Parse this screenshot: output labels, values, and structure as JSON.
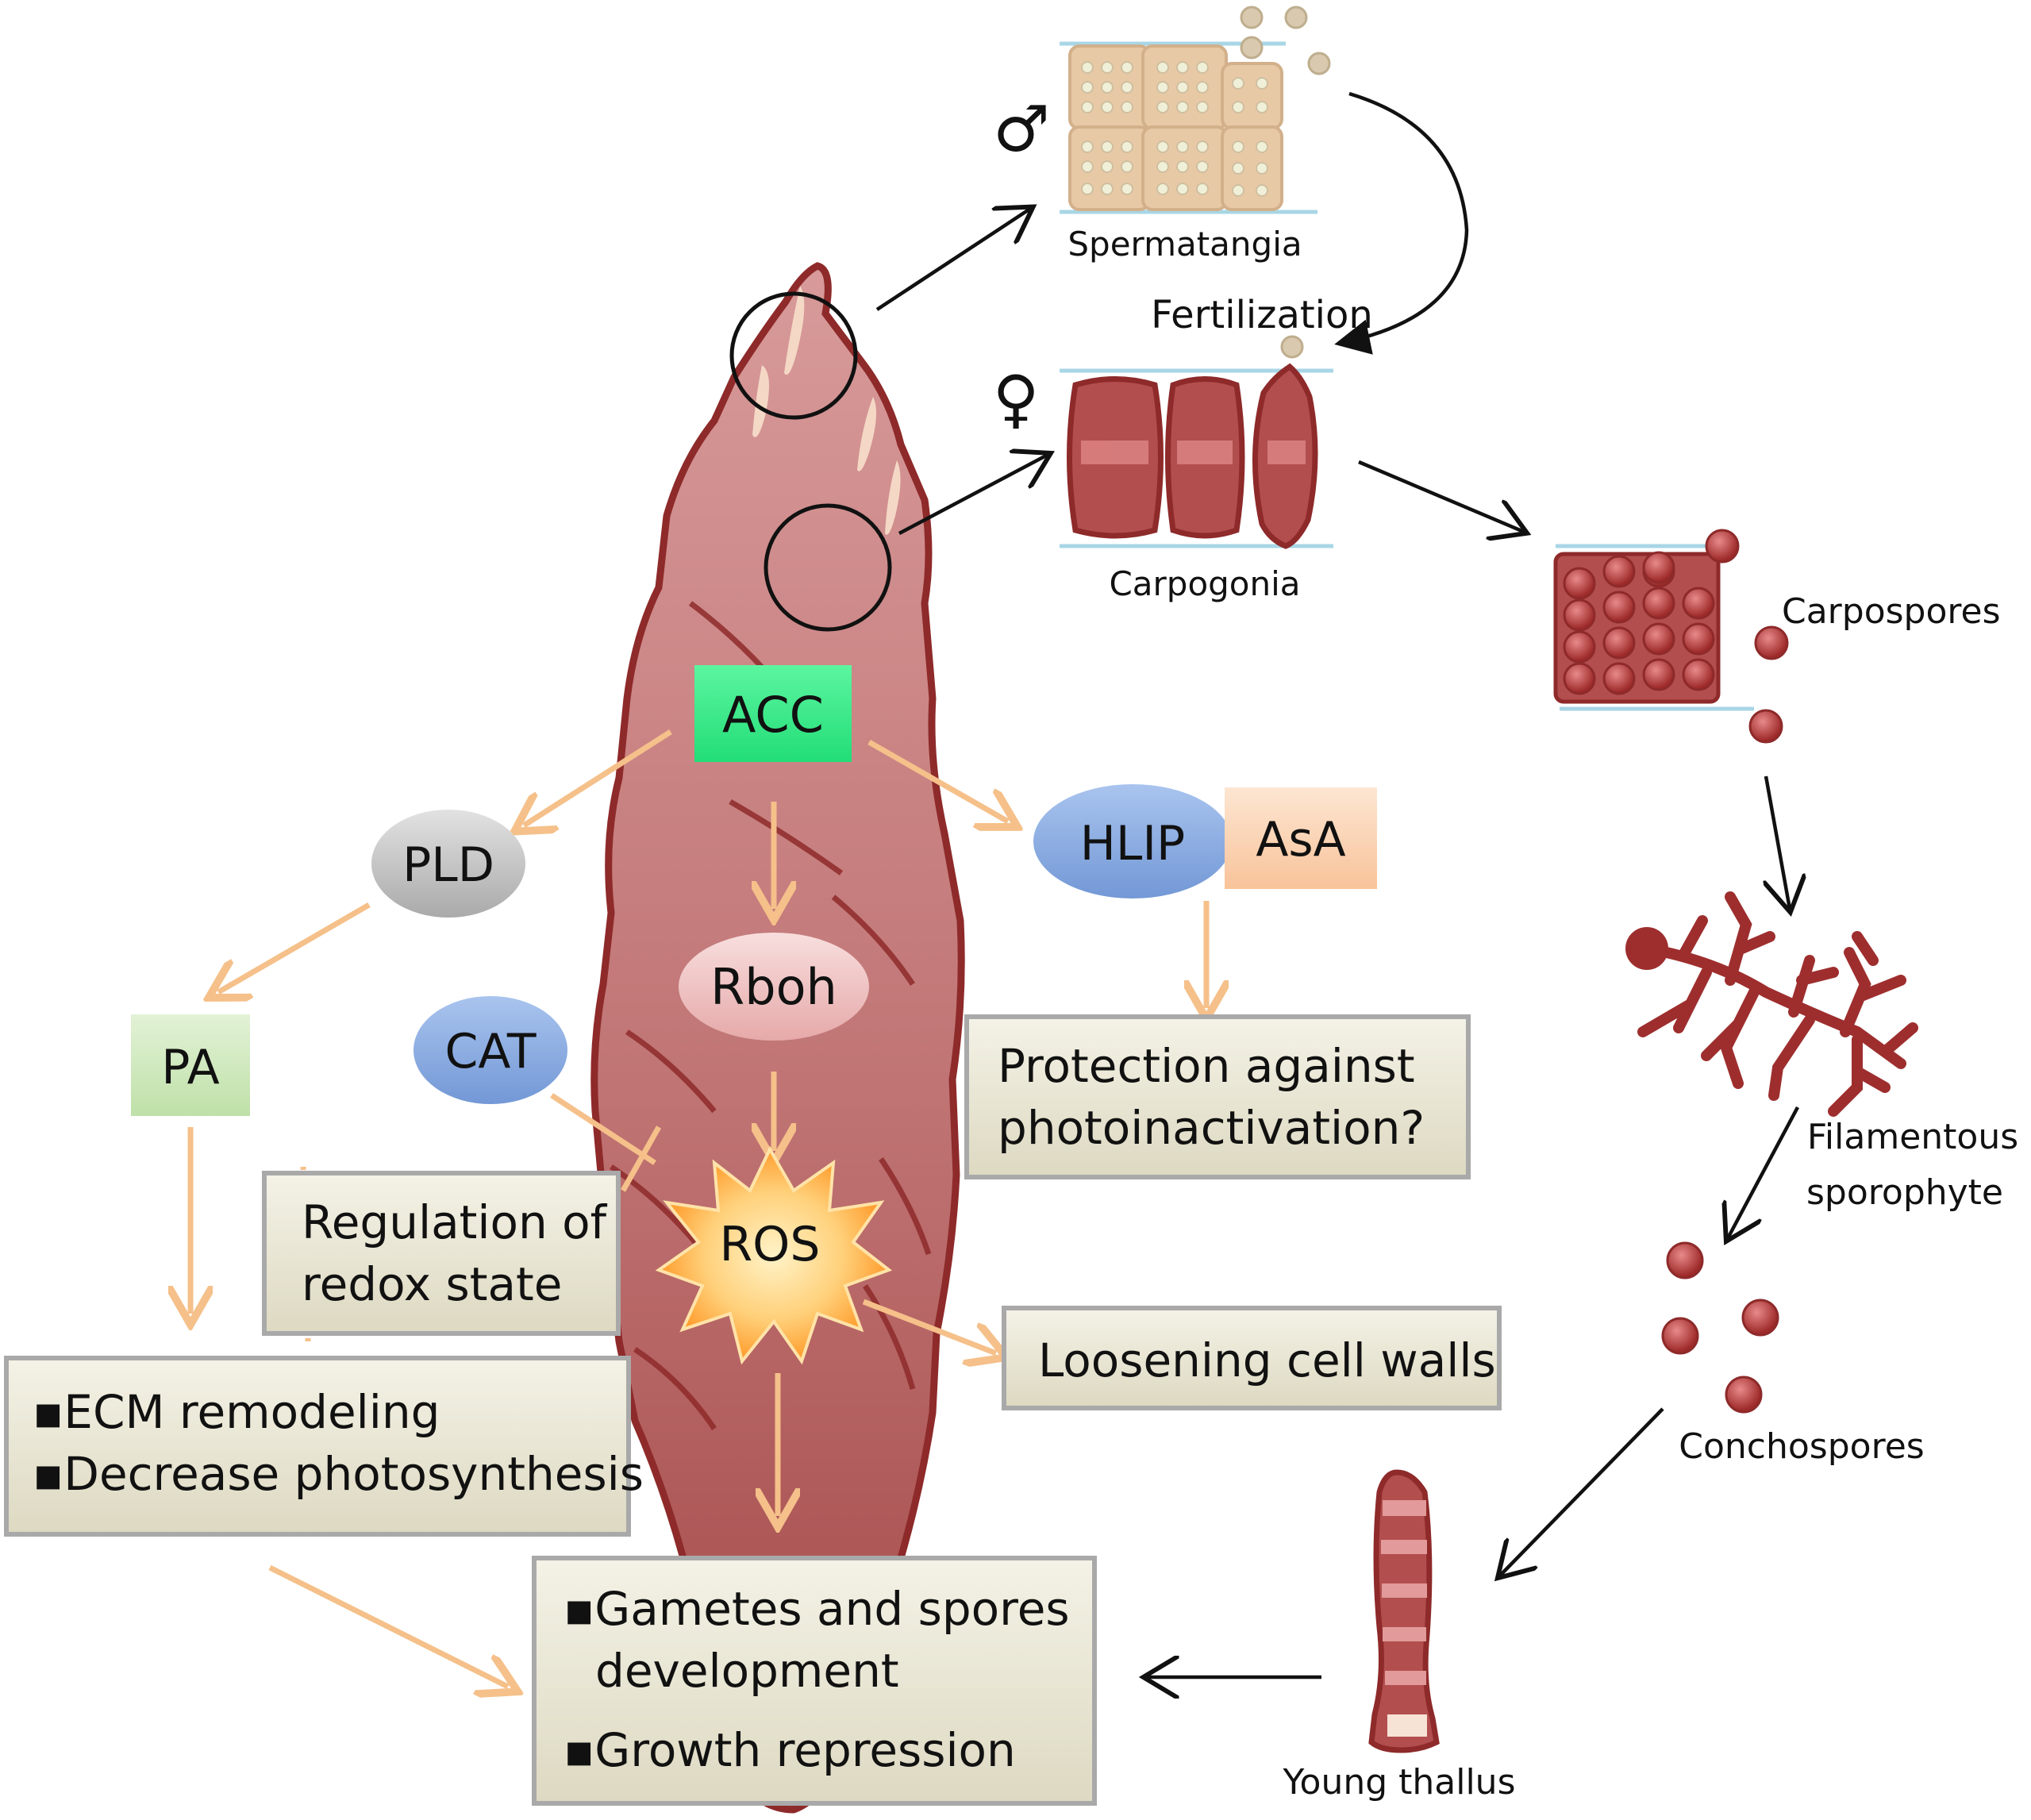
{
  "nodes": {
    "acc": "ACC",
    "pld": "PLD",
    "pa": "PA",
    "rboh": "Rboh",
    "cat": "CAT",
    "ros": "ROS",
    "hlip": "HLIP",
    "asa": "AsA"
  },
  "boxes": {
    "protection": [
      "Protection against",
      "photoinactivation?"
    ],
    "redox": [
      "Regulation of",
      "redox state"
    ],
    "loosening": "Loosening cell walls",
    "ecm": [
      "▪ECM remodeling",
      "▪Decrease photosynthesis"
    ],
    "gametes": [
      "▪Gametes and spores",
      "development",
      "▪Growth repression"
    ]
  },
  "life_cycle": {
    "male_symbol": "♂",
    "female_symbol": "♀",
    "spermatangia": "Spermatangia",
    "fertilization": "Fertilization",
    "carpogonia": "Carpogonia",
    "carpospores": "Carpospores",
    "filamentous": [
      "Filamentous",
      "sporophyte"
    ],
    "conchospores": "Conchospores",
    "young_thallus": "Young thallus"
  },
  "colors": {
    "thallus": "#b25a5a",
    "thallus_outline": "#8e2a2a",
    "pathway_arrow": "#f5c08a",
    "acc": "#33ee88",
    "pld": "#c8c8c8",
    "pa": "#cfe8bf",
    "rboh": "#f0c4c4",
    "cat": "#8fb0e4",
    "hlip": "#8fb0e4",
    "asa": "#fbd2b0",
    "ros": "#ffb84d",
    "spore": "#b23a3a"
  }
}
